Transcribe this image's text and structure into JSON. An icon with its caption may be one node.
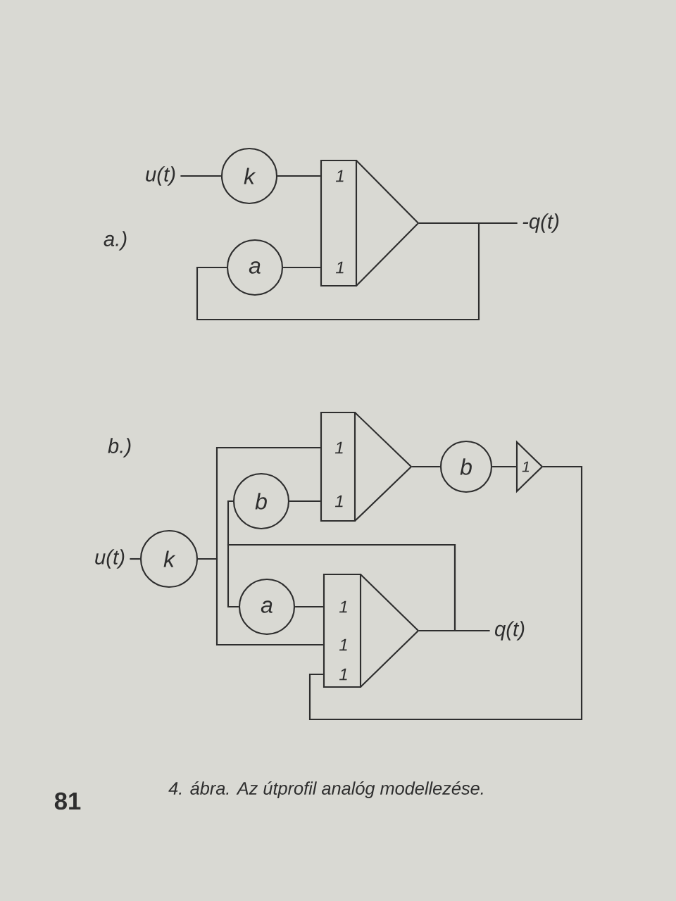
{
  "diagram": {
    "caption": "4. ábra. Az útprofil analóg modellezése.",
    "nodes": [
      {
        "text": [
          "u(t)"
        ]
      },
      {
        "text": [
          "k"
        ]
      },
      {
        "text": [
          "1",
          "1"
        ]
      },
      {
        "text": [
          "-q(t)"
        ]
      },
      {
        "text": [
          "a"
        ]
      },
      {
        "text": [
          "1",
          "1"
        ]
      },
      {
        "text": [
          "b"
        ]
      },
      {
        "text": [
          "1"
        ]
      },
      {
        "text": [
          "b"
        ]
      },
      {
        "text": [
          "u(t)"
        ]
      },
      {
        "text": [
          "k"
        ]
      },
      {
        "text": [
          "a"
        ]
      },
      {
        "text": [
          "1",
          "1",
          "1"
        ]
      },
      {
        "text": [
          "q(t)"
        ]
      }
    ],
    "edges": [
      {
        "from": 0,
        "to": 1,
        "arrow": "none"
      },
      {
        "from": 1,
        "to": 2,
        "arrow": "none"
      },
      {
        "from": 4,
        "to": 2,
        "arrow": "none"
      },
      {
        "from": 2,
        "to": 3,
        "arrow": "none"
      },
      {
        "from": 2,
        "to": 4,
        "arrow": "none"
      },
      {
        "from": 9,
        "to": 10,
        "arrow": "none"
      },
      {
        "from": 10,
        "to": 5,
        "arrow": "none"
      },
      {
        "from": 10,
        "to": 12,
        "arrow": "none"
      },
      {
        "from": 8,
        "to": 5,
        "arrow": "none"
      },
      {
        "from": 5,
        "to": 6,
        "arrow": "none"
      },
      {
        "from": 6,
        "to": 7,
        "arrow": "none"
      },
      {
        "from": 7,
        "to": 12,
        "arrow": "none"
      },
      {
        "from": 11,
        "to": 12,
        "arrow": "none"
      },
      {
        "from": 12,
        "to": 13,
        "arrow": "none"
      },
      {
        "from": 12,
        "to": 8,
        "arrow": "none"
      },
      {
        "from": 12,
        "to": 11,
        "arrow": "none"
      }
    ],
    "labels": [
      "a.)",
      "b.)",
      "81"
    ]
  }
}
